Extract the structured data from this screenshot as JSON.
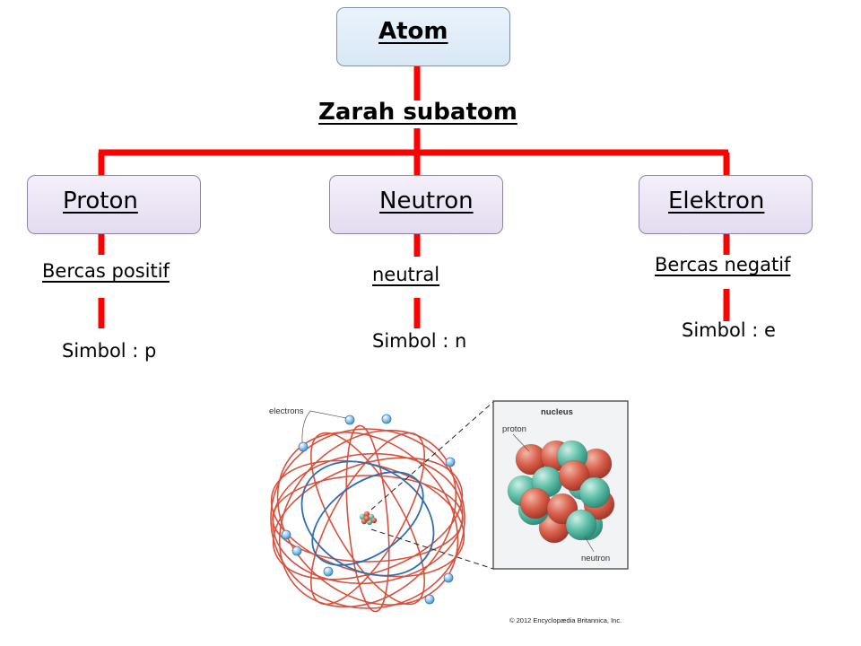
{
  "root": {
    "label": "Atom "
  },
  "branch_label": "Zarah subatom ",
  "particles": [
    {
      "name": "Proton ",
      "charge": "Bercas positif ",
      "symbol": "Simbol : p"
    },
    {
      "name": "Neutron ",
      "charge": "neutral ",
      "symbol": "Simbol : n"
    },
    {
      "name": "Elektron ",
      "charge": "Bercas negatif ",
      "symbol": "Simbol : e"
    }
  ],
  "illustration": {
    "electrons_label": "electrons",
    "nucleus_label": "nucleus",
    "proton_label": "proton",
    "neutron_label": "neutron",
    "copyright": "© 2012 Encyclopædia Britannica, Inc."
  },
  "colors": {
    "connector": "#ff0000",
    "orbit": "#d9503c",
    "orbit_blue": "#2f6db0",
    "electron": "#8ec4ea",
    "proton": "#d9604c",
    "neutron": "#5fbfa8"
  }
}
